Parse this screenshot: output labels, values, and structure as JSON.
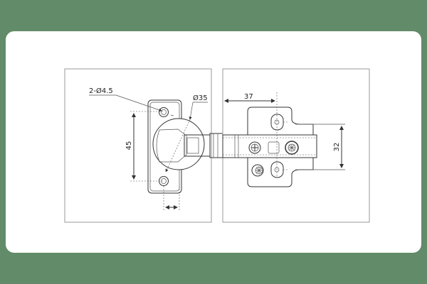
{
  "diagram": {
    "left_view": {
      "hole_label": "2-Ø4.5",
      "cup_label": "Ø35",
      "hole_spacing_label": "45"
    },
    "right_view": {
      "offset_label": "37",
      "plate_hole_spacing_label": "32"
    },
    "colors": {
      "background": "#628b69",
      "card": "#ffffff",
      "line": "#333333"
    }
  }
}
